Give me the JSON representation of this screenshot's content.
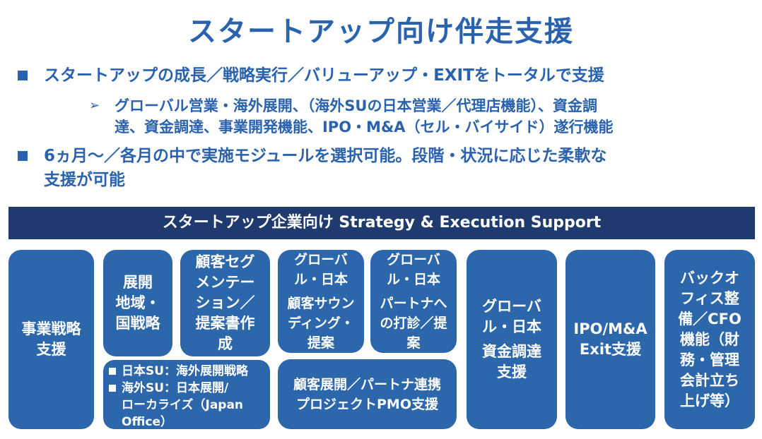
{
  "title": "スタートアップ向け伴走支援",
  "bullets": {
    "b1": "スタートアップの成長／戦略実行／バリューアップ・EXITをトータルで支援",
    "sub1_line1": "グローバル営業・海外展開、（海外SUの日本営業／代理店機能）、資金調",
    "sub1_line2": "達、資金調達、事業開発機能、IPO・M&A（セル・バイサイド）遂行機能",
    "b2_line1": "6ヵ月〜／各月の中で実施モジュールを選択可能。段階・状況に応じた柔軟な",
    "b2_line2": "支援が可能"
  },
  "banner": "スタートアップ企業向け Strategy & Execution Support",
  "modules": {
    "strategy": [
      "事業戦略",
      "支援"
    ],
    "region": [
      "展開",
      "地域・",
      "国戦略"
    ],
    "segmentation": [
      "顧客セグ",
      "メンテー",
      "ション／",
      "提案書作",
      "成"
    ],
    "sounding": [
      "グローバ",
      "ル・日本",
      "顧客サウン",
      "ディング・",
      "提案"
    ],
    "partner": [
      "グローバ",
      "ル・日本",
      "パートナへ",
      "の打診／提",
      "案"
    ],
    "notes": [
      "日本SU：海外展開戦略",
      "海外SU：日本展開/",
      "ローカライズ（Japan",
      "Office）"
    ],
    "pmo": [
      "顧客展開／パートナ連携",
      "プロジェクトPMO支援"
    ],
    "funding": [
      "グローバ",
      "ル・日本",
      "資金調達",
      "支援"
    ],
    "ipo": [
      "IPO/M&A",
      "Exit支援"
    ],
    "backoffice": [
      "バックオ",
      "フィス整",
      "備／CFO",
      "機能（財",
      "務・管理",
      "会計立ち",
      "上げ等）"
    ]
  },
  "colors": {
    "title_blue": "#2a62ad",
    "banner_navy": "#1e3a6e",
    "box_blue": "#2c66ab"
  },
  "icons": {
    "bullet": "square",
    "sub_bullet": "arrow-right"
  }
}
